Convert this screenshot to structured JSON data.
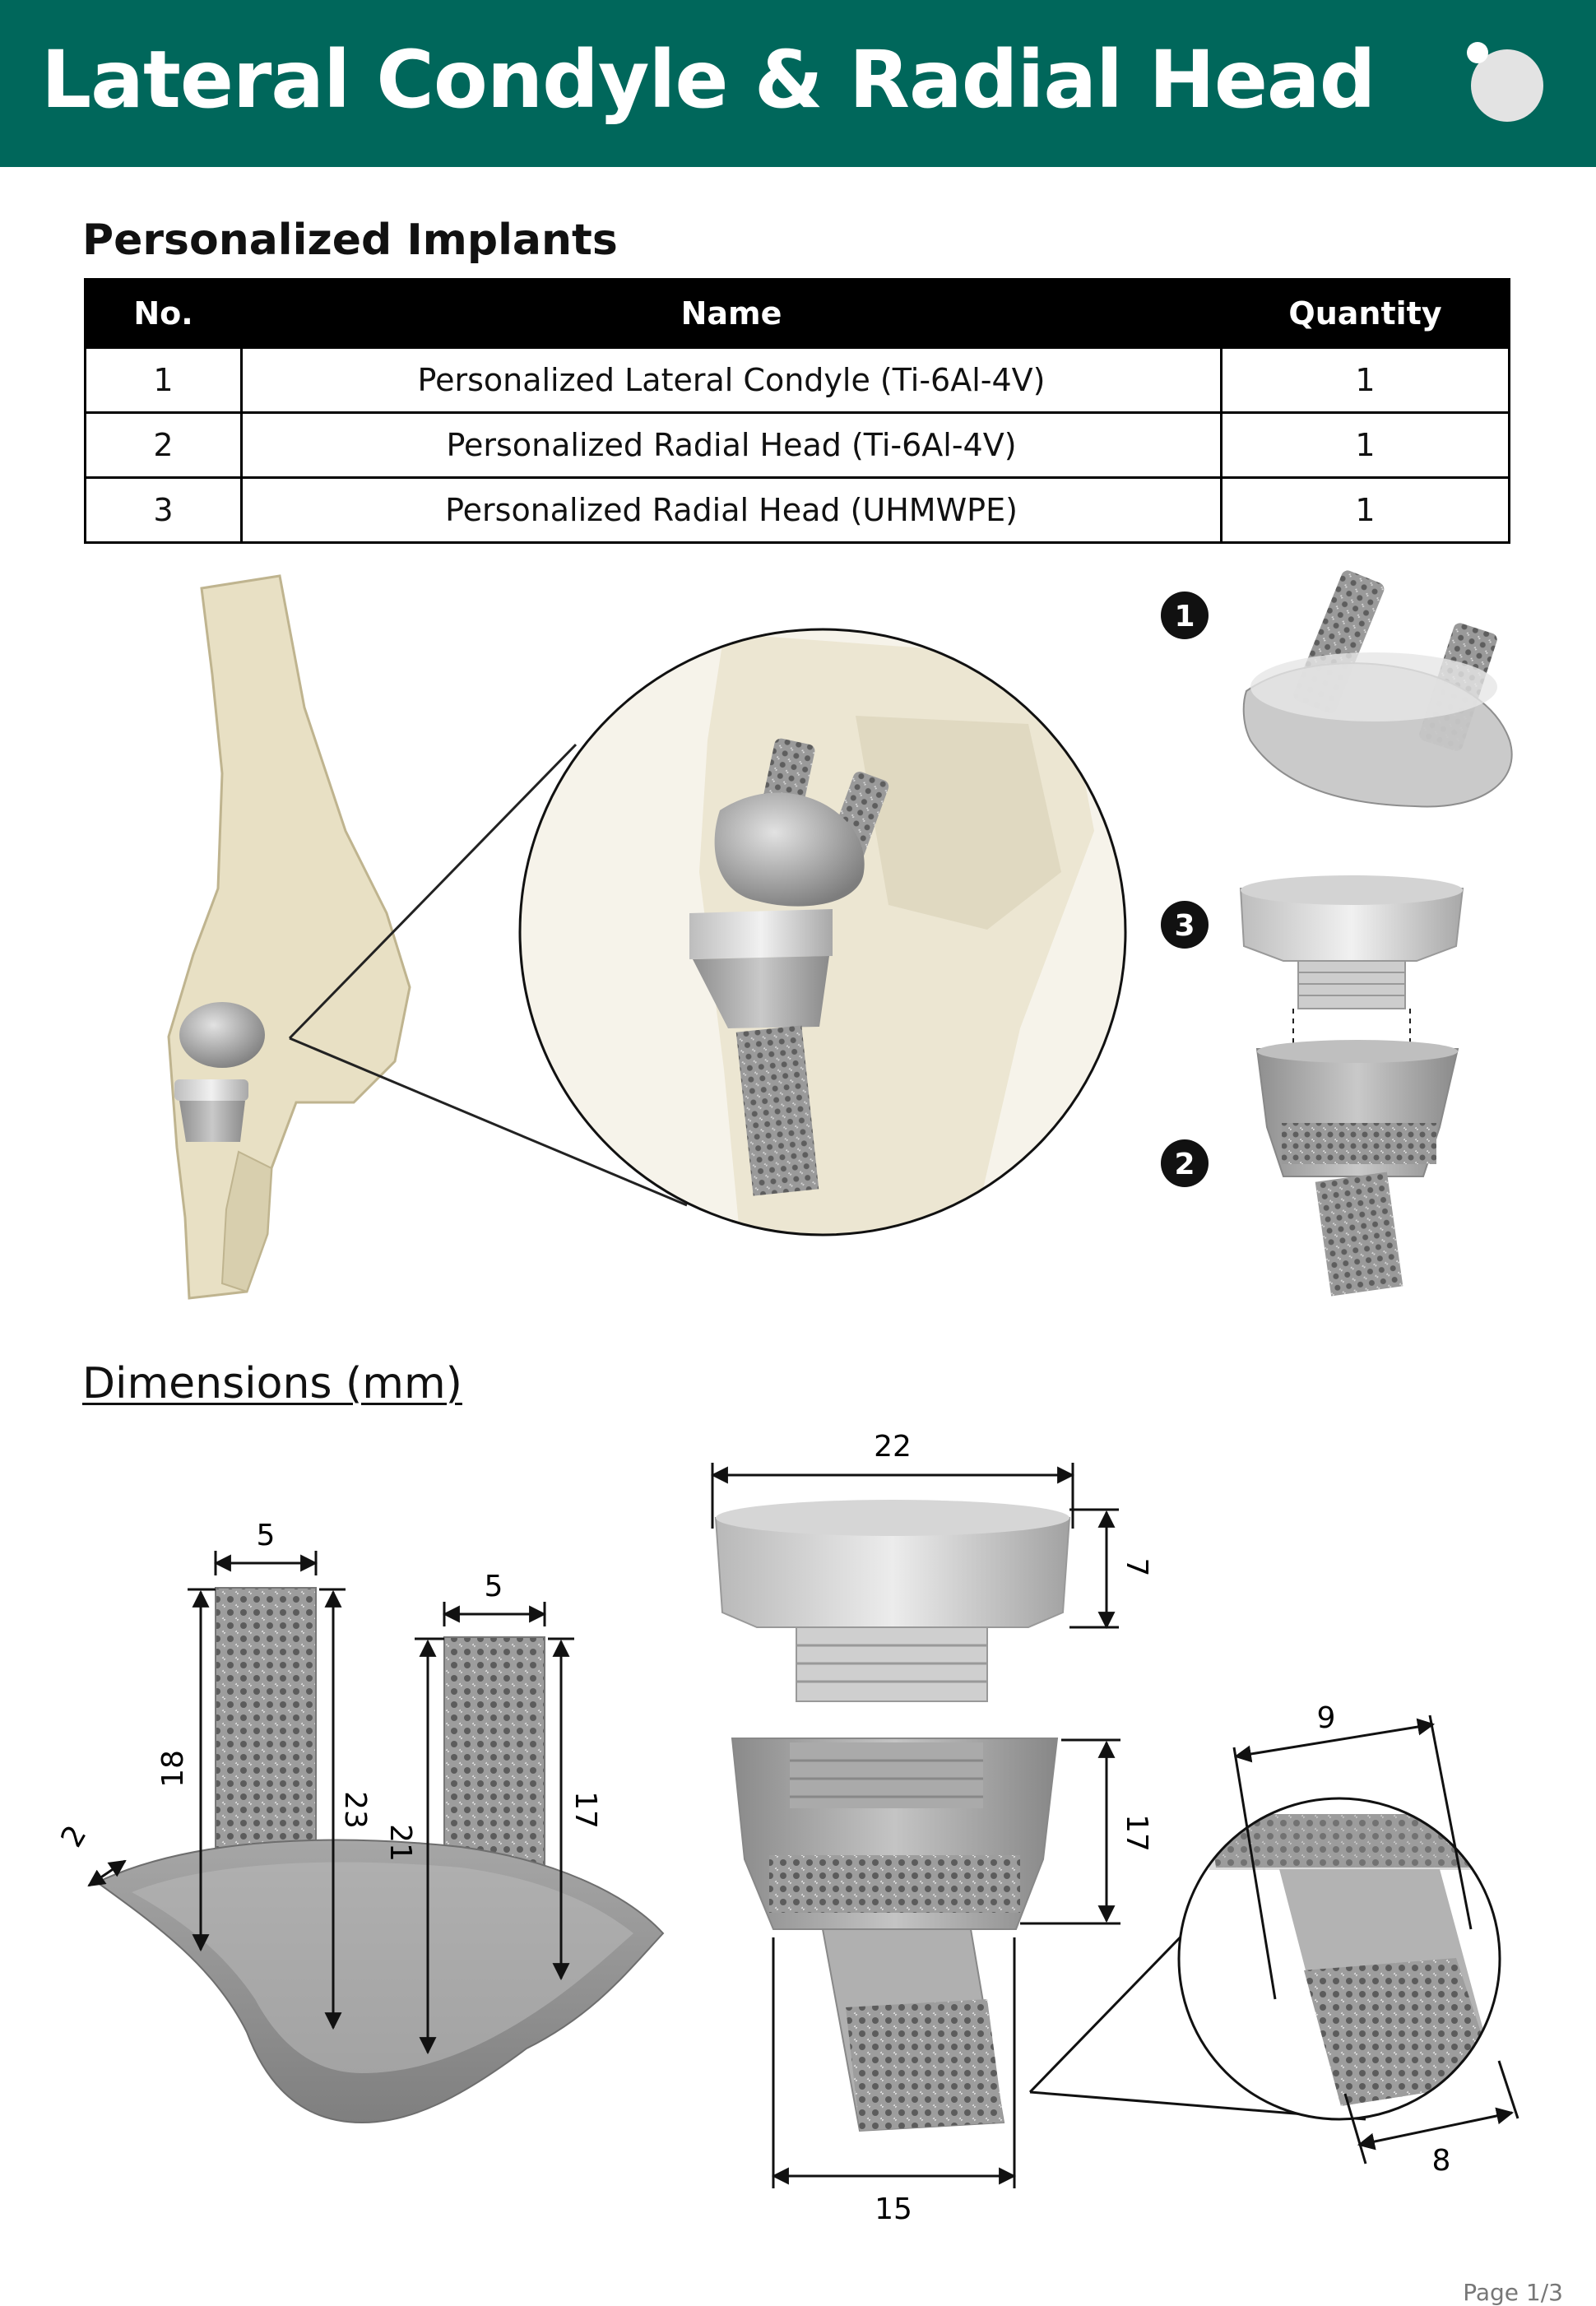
{
  "header": {
    "title": "Lateral Condyle & Radial Head"
  },
  "implants": {
    "title": "Personalized Implants",
    "columns": [
      "No.",
      "Name",
      "Quantity"
    ],
    "rows": [
      {
        "no": "1",
        "name": "Personalized Lateral Condyle (Ti-6Al-4V)",
        "qty": "1"
      },
      {
        "no": "2",
        "name": "Personalized Radial Head (Ti-6Al-4V)",
        "qty": "1"
      },
      {
        "no": "3",
        "name": "Personalized Radial Head (UHMWPE)",
        "qty": "1"
      }
    ]
  },
  "figure": {
    "callouts": [
      "1",
      "3",
      "2"
    ]
  },
  "dimensions": {
    "title": "Dimensions (mm)",
    "labels": {
      "condyle_peg1_width": "5",
      "condyle_peg2_width": "5",
      "condyle_peg1_length": "18",
      "condyle_total1": "23",
      "condyle_total2": "21",
      "condyle_peg2_length": "17",
      "condyle_shell": "2",
      "head_top_width": "22",
      "head_top_height": "7",
      "head_base_height": "17",
      "head_base_width": "15",
      "detail_top": "9",
      "detail_bottom": "8"
    }
  },
  "footer": {
    "page": "Page 1/3"
  },
  "colors": {
    "header": "#00675b",
    "bone": "#e8e0c4",
    "implant": "#a9a9a9"
  }
}
